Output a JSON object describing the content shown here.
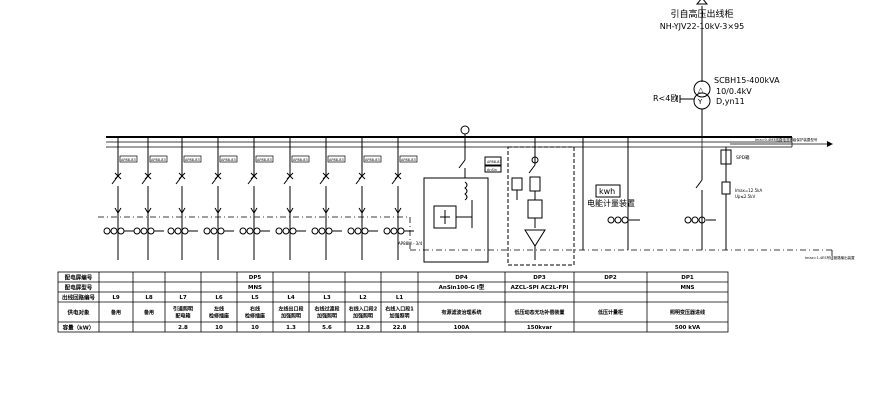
{
  "incoming": {
    "title": "引自高压出线柜",
    "cable": "NH-YJV22-10kV-3×95"
  },
  "transformer": {
    "model": "SCBH15-400kVA",
    "ratio": "10/0.4kV",
    "vector": "D,yn11",
    "ground": "R<4欧"
  },
  "meter_box": {
    "unit": "kwh",
    "label": "电能计量装置"
  },
  "spd": {
    "label": "SPD箱",
    "rating1": "Imax=12.5kA",
    "rating2": "Up≤2.5kV"
  },
  "feeder_box_labels": [
    "AP88-83",
    "AP88-83",
    "AP88-83",
    "AP88-83",
    "AP88-83",
    "AP88-83",
    "AP88-83",
    "AP88-83",
    "AP88-83"
  ],
  "dp4_box_label": "AP88-83",
  "dp4_note": "AnSin",
  "dashed_note": "AP88M - 3/4",
  "right_note_top": "Ima=0.4M3线路电流等级保护装置型号",
  "right_note_bottom": "Imax=1.4ES号线管路输出装置",
  "table": {
    "row_labels": [
      "配电屏编号",
      "配电屏型号",
      "出线回路编号",
      "供电对象",
      "容量（kW）"
    ],
    "columns": [
      {
        "panel_no": "",
        "panel_type": "",
        "circuit": "L9",
        "load": [
          "备用"
        ],
        "capacity": ""
      },
      {
        "panel_no": "",
        "panel_type": "",
        "circuit": "L8",
        "load": [
          "备用"
        ],
        "capacity": ""
      },
      {
        "panel_no": "",
        "panel_type": "",
        "circuit": "L7",
        "load": [
          "引道照明",
          "配电箱"
        ],
        "capacity": "2.8"
      },
      {
        "panel_no": "",
        "panel_type": "",
        "circuit": "L6",
        "load": [
          "左线",
          "检修插座"
        ],
        "capacity": "10"
      },
      {
        "panel_no": "DP5",
        "panel_type": "MNS",
        "circuit": "L5",
        "load": [
          "右线",
          "检修插座"
        ],
        "capacity": "10"
      },
      {
        "panel_no": "",
        "panel_type": "",
        "circuit": "L4",
        "load": [
          "左线出口段",
          "加强照明"
        ],
        "capacity": "1.3"
      },
      {
        "panel_no": "",
        "panel_type": "",
        "circuit": "L3",
        "load": [
          "右线过渡段",
          "加强照明"
        ],
        "capacity": "5.6"
      },
      {
        "panel_no": "",
        "panel_type": "",
        "circuit": "L2",
        "load": [
          "右线入口段2",
          "加强照明"
        ],
        "capacity": "12.8"
      },
      {
        "panel_no": "",
        "panel_type": "",
        "circuit": "L1",
        "load": [
          "右线入口段1",
          "加强照明"
        ],
        "capacity": "22.8"
      },
      {
        "panel_no": "DP4",
        "panel_type": "AnSin100-G I型",
        "circuit": "",
        "load": [
          "有源滤波治理系统"
        ],
        "capacity": "100A"
      },
      {
        "panel_no": "DP3",
        "panel_type": "AZCL-SPI AC2L-FPI",
        "circuit": "",
        "load": [
          "低压动态无功补偿装置"
        ],
        "capacity": "150kvar"
      },
      {
        "panel_no": "DP2",
        "panel_type": "",
        "circuit": "",
        "load": [
          "低压计量柜"
        ],
        "capacity": ""
      },
      {
        "panel_no": "DP1",
        "panel_type": "MNS",
        "circuit": "",
        "load": [
          "照明变压器进线"
        ],
        "capacity": "500 kVA"
      }
    ]
  }
}
